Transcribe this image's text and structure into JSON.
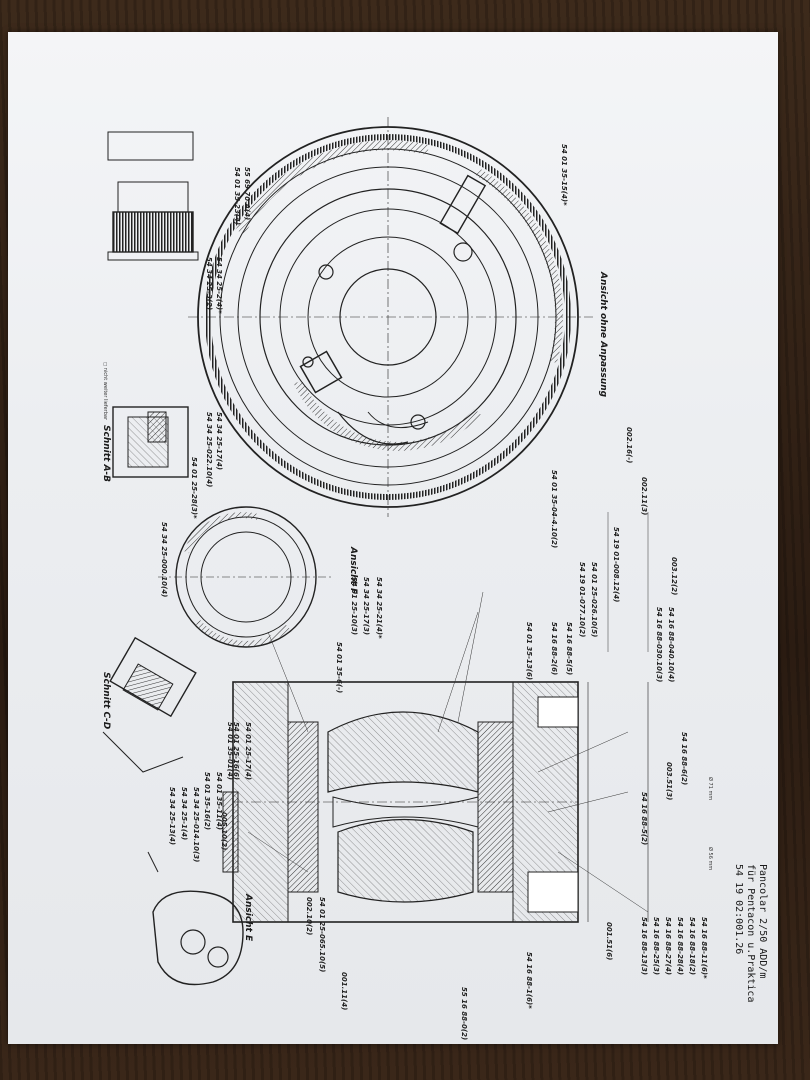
{
  "title": {
    "line1": "Pancolar 2/50 ADD/m",
    "line2": "für Pentacon u.Praktica",
    "line3": "54 19 02:001.26"
  },
  "views": {
    "ansicht_ohne_anpassung": "Ansicht ohne Anpassung",
    "ansicht_f": "Ansicht F",
    "ansicht_e": "Ansicht E",
    "schnitt_ab": "Schnitt A-B",
    "schnitt_cd": "Schnitt C-D"
  },
  "part_numbers": {
    "left_column": [
      "54 01 35-15(4)*",
      "55 69 70 A(4)",
      "54 01 35-23(4)",
      "54 34 25-2(4)*",
      "54 34 25-3(2)",
      "54 34 25-17(4)",
      "54 34 25-022.10(4)",
      "54 01 25-28(3)*",
      "54 01 35-04-4.10(2)",
      "54 34 25-000.10(4)"
    ],
    "center_column": [
      "002.16(-)",
      "002.11(3)",
      "54 19 01-008.12(4)",
      "003.12(2)",
      "54 16 88-040.10(4)",
      "54 16 88-030.10(3)",
      "54 01 25-026.10(5)",
      "54 19 01-077.10(2)",
      "54 16 88-5(5)",
      "54 16 88-2(6)",
      "54 01 35-13(6)",
      "54 34 25-21(4)*",
      "54 34 25-17(3)",
      "54 01 25-10(3)",
      "54 01 35-6(-)",
      "54 01 35-01(4)",
      "54 01 35-11(4)",
      "54 01 35-16(2)"
    ],
    "right_column": [
      "54 16 88-6(2)",
      "003.51(3)",
      "54 16 88-5(2)",
      "54 16 88-11(6)*",
      "54 16 88-18(2)",
      "54 16 88-28(4)",
      "54 16 88-27(4)",
      "54 16 88-25(3)",
      "54 16 88-13(3)",
      "001.51(6)",
      "54 16 88-1(6)*",
      "55 16 88-0(2)",
      "001.11(4)",
      "002.10(2)",
      "54 01 25-065.10(5)",
      "54 34 25-014.10(3)",
      "54 34 25-1(4)",
      "54 34 25-13(4)",
      "005.10(2)",
      "54 01 25-16(6)",
      "54 01 25-17(4)"
    ]
  },
  "dimensions": {
    "d1": "Ø 71 mm",
    "d2": "Ø 56 mm"
  },
  "legend": {
    "marker": "◻ nicht weiter lieferbar"
  }
}
